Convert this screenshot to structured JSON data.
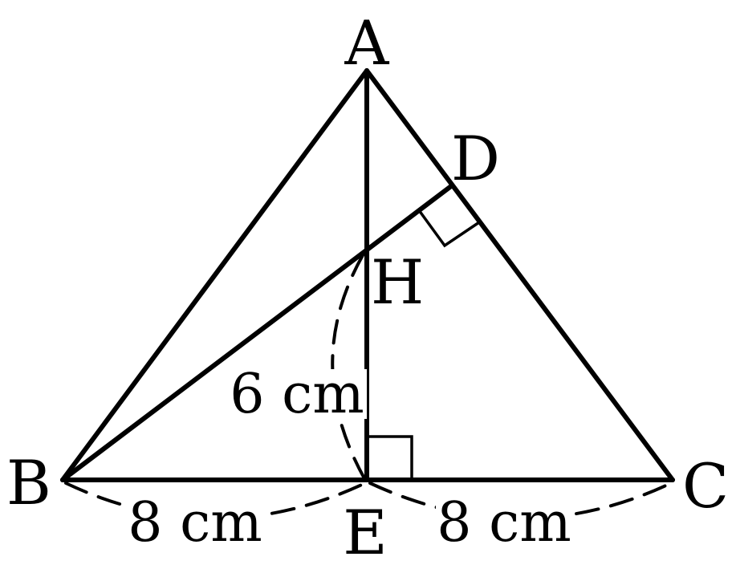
{
  "points": {
    "A": "A",
    "B": "B",
    "C": "C",
    "D": "D",
    "E": "E",
    "H": "H"
  },
  "measurements": {
    "BE": "8 cm",
    "EC": "8 cm",
    "HE": "6 cm"
  }
}
